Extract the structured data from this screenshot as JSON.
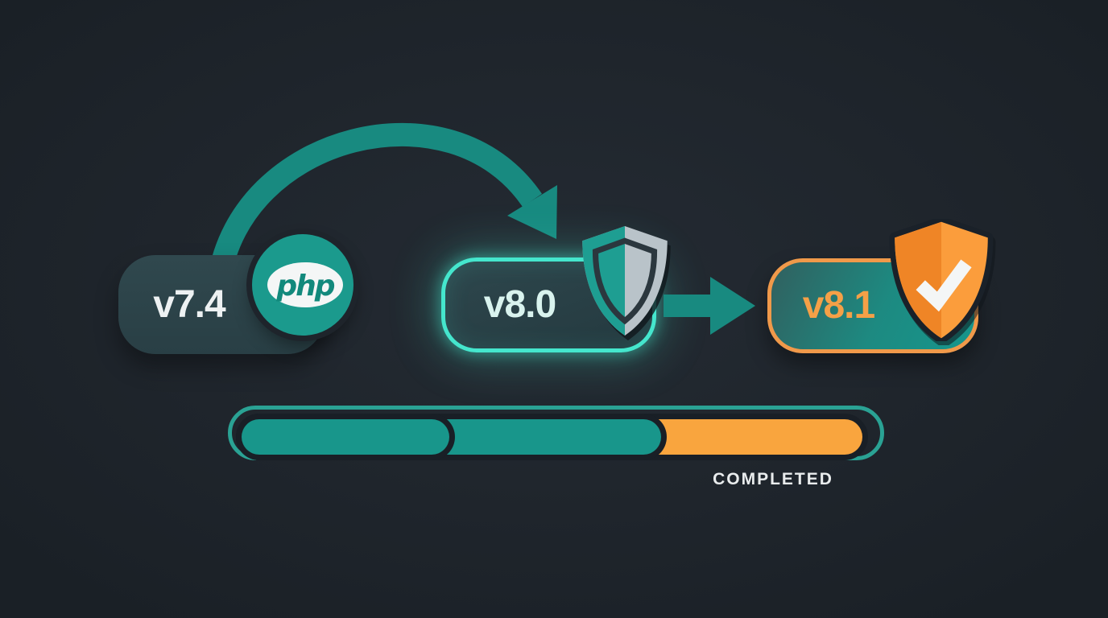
{
  "stages": [
    {
      "label": "v7.4"
    },
    {
      "label": "v8.0"
    },
    {
      "label": "v8.1"
    }
  ],
  "php_logo": {
    "text": "php"
  },
  "progress": {
    "label": "COMPLETED",
    "segments": [
      {
        "color": "seg_teal",
        "fraction": 0.335
      },
      {
        "color": "seg_teal",
        "fraction": 0.676
      },
      {
        "color": "seg_orange",
        "fraction": 1.0
      }
    ]
  },
  "icons": {
    "php_logo_badge": "php-ellipse-badge",
    "security_shield": "half-teal-silver-shield",
    "verified_shield": "orange-shield-with-white-checkmark",
    "curved_arrow": "curved-upgrade-arrow",
    "right_arrow": "solid-right-arrow"
  },
  "theme": {
    "bg": "#1f252c",
    "bg_ring": "#1e242b",
    "teal": "#188a80",
    "php_circle": "#1b9a8d",
    "php_text": "#12897c",
    "box_dark_top": "#30484e",
    "box_dark_bottom": "#293f45",
    "teal_bright": "#45e6cd",
    "box2_top": "#2e474d",
    "box2_bottom": "#24393f",
    "orange_border": "#f0994a",
    "box3_left": "#31605f",
    "box3_right": "#16968c",
    "text_light": "#edf1f2",
    "text_mint": "#d9f3ee",
    "text_orange": "#f5a047",
    "silver": "#b9c3c9",
    "teal_shield": "#1e9e92",
    "shield_stroke": "#2b373e",
    "orange": "#fb9d3c",
    "orange_dark": "#ef8526",
    "white": "#f4f6f6",
    "bar_border": "#2aa294",
    "seg_teal": "#18968b",
    "seg_orange": "#f9a53e",
    "gap_dark": "#191f26",
    "completed_text": "#e9eced"
  }
}
